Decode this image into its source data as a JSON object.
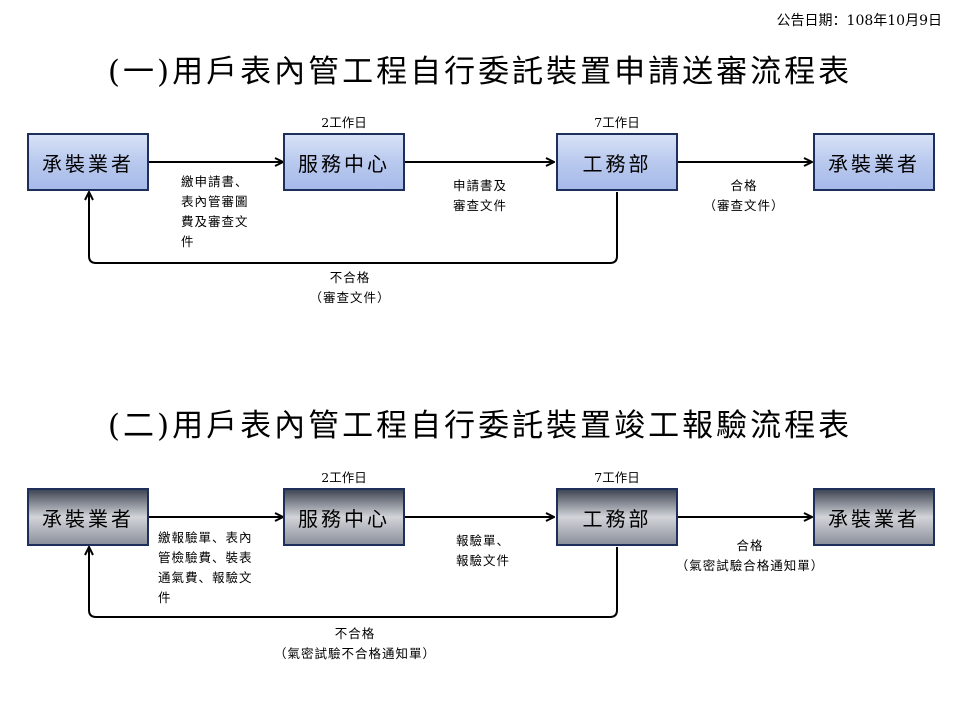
{
  "announce_date": "公告日期：108年10月9日",
  "flow1": {
    "title": "(一)用戶表內管工程自行委託裝置申請送審流程表",
    "boxes": [
      "承裝業者",
      "服務中心",
      "工務部",
      "承裝業者"
    ],
    "days": [
      "2工作日",
      "7工作日"
    ],
    "edge1": [
      "繳申請書、",
      "表內管審圖",
      "費及審查文",
      "件"
    ],
    "edge2": [
      "申請書及",
      "審查文件"
    ],
    "edge3": [
      "合格",
      "（審查文件）"
    ],
    "reject": [
      "不合格",
      "（審查文件）"
    ]
  },
  "flow2": {
    "title": "(二)用戶表內管工程自行委託裝置竣工報驗流程表",
    "boxes": [
      "承裝業者",
      "服務中心",
      "工務部",
      "承裝業者"
    ],
    "days": [
      "2工作日",
      "7工作日"
    ],
    "edge1": [
      "繳報驗單、表內",
      "管檢驗費、裝表",
      "通氣費、報驗文",
      "件"
    ],
    "edge2": [
      "報驗單、",
      "報驗文件"
    ],
    "edge3": [
      "合格",
      "（氣密試驗合格通知單）"
    ],
    "reject": [
      "不合格",
      "（氣密試驗不合格通知單）"
    ]
  },
  "colors": {
    "box1": "#b9c9ee",
    "box2": "#9a9ea8",
    "border": "#1f2f5c"
  }
}
